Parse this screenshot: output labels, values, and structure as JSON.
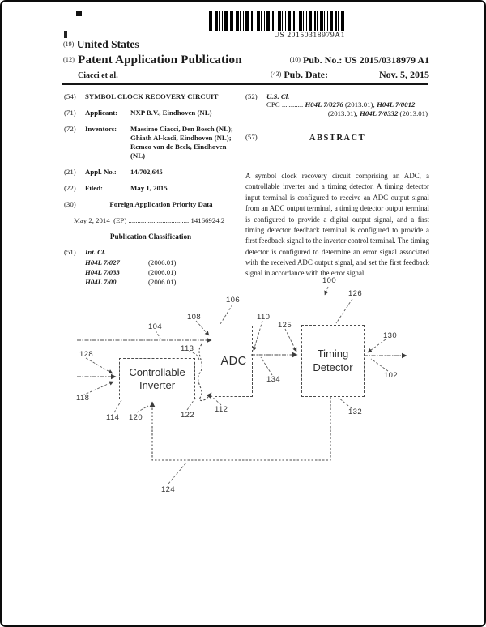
{
  "barcode": {
    "text": "US 20150318979A1"
  },
  "header": {
    "country_tag": "(19)",
    "country": "United States",
    "kind_tag": "(12)",
    "kind": "Patent Application Publication",
    "authors": "Ciacci et al.",
    "pub_no_tag": "(10)",
    "pub_no_label": "Pub. No.:",
    "pub_no": "US 2015/0318979 A1",
    "pub_date_tag": "(43)",
    "pub_date_label": "Pub. Date:",
    "pub_date": "Nov. 5, 2015"
  },
  "biblio": {
    "title": {
      "tag": "(54)",
      "text": "SYMBOL CLOCK RECOVERY CIRCUIT"
    },
    "applicant": {
      "tag": "(71)",
      "label": "Applicant:",
      "value": "NXP B.V., Eindhoven (NL)"
    },
    "inventors": {
      "tag": "(72)",
      "label": "Inventors:",
      "lines": [
        "Massimo Ciacci, Den Bosch (NL);",
        "Ghiath Al-kadi, Eindhoven (NL);",
        "Remco van de Beek, Eindhoven (NL)"
      ]
    },
    "appl_no": {
      "tag": "(21)",
      "label": "Appl. No.:",
      "value": "14/702,645"
    },
    "filed": {
      "tag": "(22)",
      "label": "Filed:",
      "value": "May 1, 2015"
    },
    "foreign": {
      "tag": "(30)",
      "heading": "Foreign Application Priority Data",
      "date": "May 2, 2014",
      "office": "(EP)",
      "dots": "..................................",
      "number": "14166924.2"
    },
    "pub_class": {
      "heading": "Publication Classification",
      "int_cl_tag": "(51)",
      "int_cl_label": "Int. Cl.",
      "entries": [
        {
          "code": "H04L 7/027",
          "ver": "(2006.01)"
        },
        {
          "code": "H04L 7/033",
          "ver": "(2006.01)"
        },
        {
          "code": "H04L 7/00",
          "ver": "(2006.01)"
        }
      ]
    },
    "us_cl": {
      "tag": "(52)",
      "label": "U.S. Cl.",
      "cpc_label": "CPC",
      "dots": "............",
      "c1": "H04L 7/0276",
      "v1": "(2013.01);",
      "c2": "H04L 7/0012",
      "v2": "(2013.01);",
      "c3": "H04L 7/0332",
      "v3": "(2013.01)"
    }
  },
  "abstract": {
    "tag": "(57)",
    "heading": "ABSTRACT",
    "text": "A symbol clock recovery circuit comprising an ADC, a controllable inverter and a timing detector. A timing detector input terminal is configured to receive an ADC output signal from an ADC output terminal, a timing detector output terminal is configured to provide a digital output signal, and a first timing detector feedback terminal is configured to provide a first feedback signal to the inverter control terminal. The timing detector is configured to determine an error signal associated with the received ADC output signal, and set the first feedback signal in accordance with the error signal."
  },
  "figure": {
    "blocks": {
      "inverter": "Controllable\nInverter",
      "adc": "ADC",
      "timing": "Timing\nDetector"
    },
    "refs": {
      "r100": "100",
      "r102": "102",
      "r104": "104",
      "r106": "106",
      "r108": "108",
      "r110": "110",
      "r112": "112",
      "r113": "113",
      "r114": "114",
      "r118": "118",
      "r120": "120",
      "r122": "122",
      "r124": "124",
      "r125": "125",
      "r126": "126",
      "r128": "128",
      "r130": "130",
      "r132": "132",
      "r134": "134"
    }
  }
}
